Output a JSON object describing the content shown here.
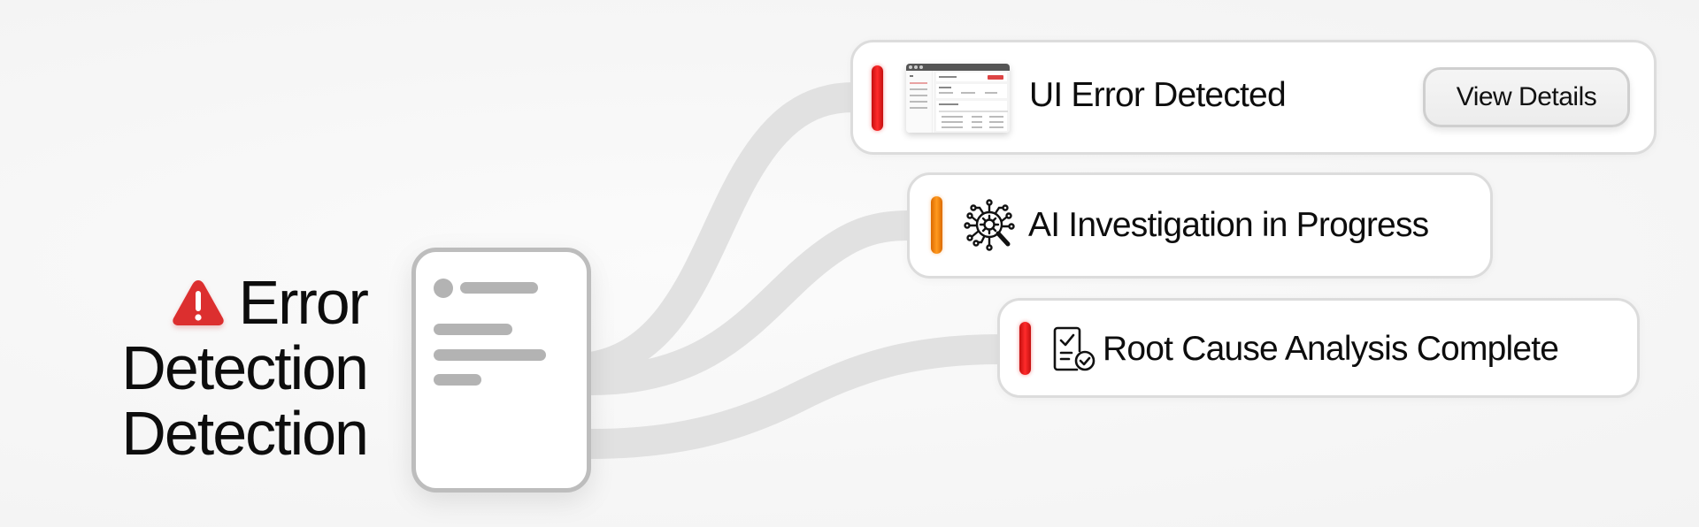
{
  "heading": {
    "icon": "warning-triangle-icon",
    "lines": [
      "Error",
      "Detection",
      "Detection"
    ]
  },
  "source_document": {
    "icon": "document-icon"
  },
  "status_cards": [
    {
      "label": "UI Error Detected",
      "indicator_color": "#e51b1b",
      "icon": "ui-screenshot-thumbnail",
      "button_label": "View Details"
    },
    {
      "label": "AI Investigation in Progress",
      "indicator_color": "#f28a12",
      "icon": "ai-gear-search-icon"
    },
    {
      "label": "Root Cause Analysis Complete",
      "indicator_color": "#e51b1b",
      "icon": "clipboard-check-icon"
    }
  ],
  "colors": {
    "background": "#f8f8f8",
    "connector": "#e0e0e0",
    "error_red": "#dc2f2f",
    "progress_orange": "#f28a12",
    "card_border": "#dcdcdc"
  }
}
